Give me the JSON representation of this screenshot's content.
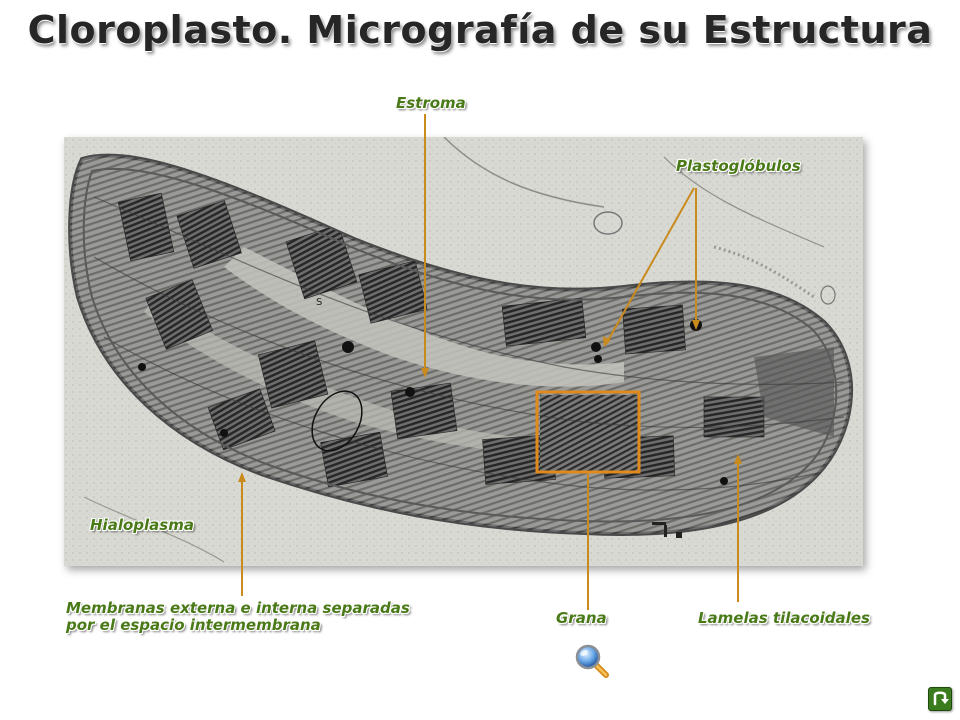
{
  "title": "Cloroplasto. Micrografía de su Estructura",
  "labels": {
    "estroma": "Estroma",
    "plastoglobulos": "Plastoglóbulos",
    "hialoplasma": "Hialoplasma",
    "membranas_line1": "Membranas externa e interna separadas",
    "membranas_line2": "por el espacio intermembrana",
    "grana": "Grana",
    "lamelas": "Lamelas tilacoidales"
  },
  "micrograph_mark": "S",
  "colors": {
    "label_text": "#4a7a18",
    "leader_line": "#c98a1e",
    "grana_box": "#e08a1e",
    "title_text": "#262626"
  },
  "icons": {
    "zoom": "magnifier-icon",
    "back": "return-arrow-icon"
  }
}
